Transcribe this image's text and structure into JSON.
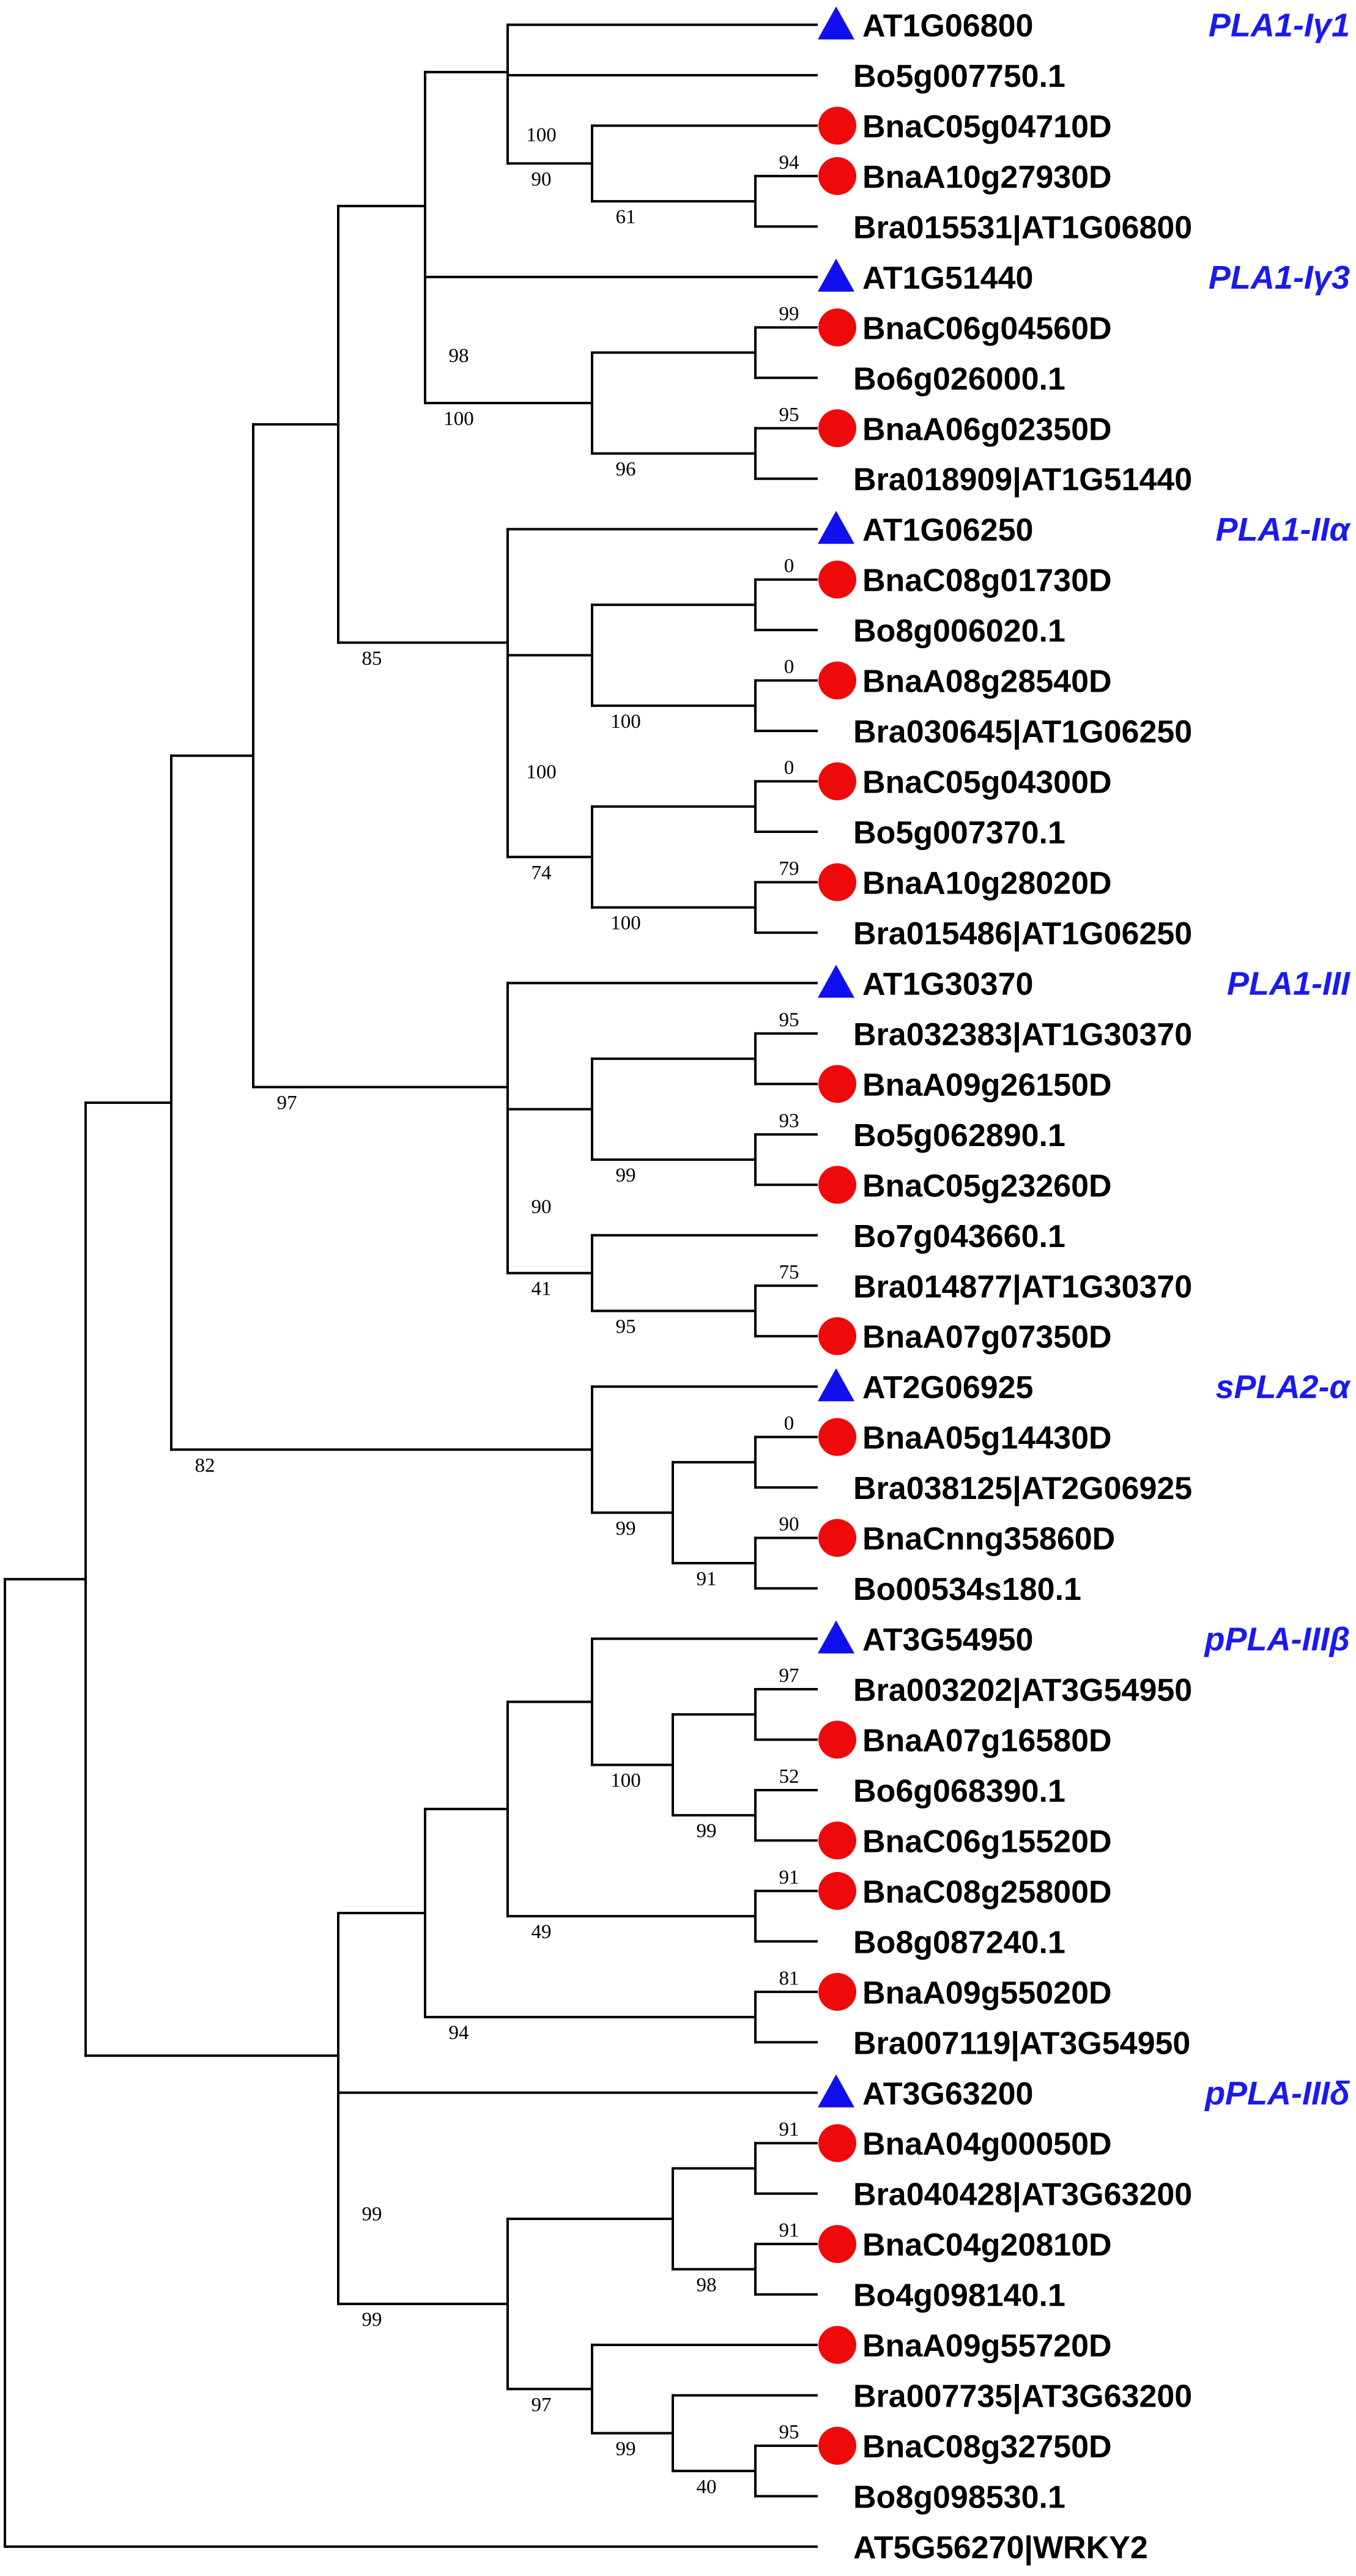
{
  "colors": {
    "arabidopsis_marker": "#1010ee",
    "brassica_napus_marker": "#ee0a0a",
    "subfamily_label": "#1a1aee",
    "branch": "#000000"
  },
  "marker_icons": {
    "triangle": "blue-triangle-icon",
    "circle": "red-circle-icon"
  },
  "leaves": [
    {
      "label": "AT1G06800",
      "marker": "triangle",
      "subfamily": "PLA1-Iγ1"
    },
    {
      "label": "Bo5g007750.1",
      "marker": ""
    },
    {
      "label": "BnaC05g04710D",
      "marker": "circle"
    },
    {
      "label": "BnaA10g27930D",
      "marker": "circle"
    },
    {
      "label": "Bra015531|AT1G06800",
      "marker": ""
    },
    {
      "label": "AT1G51440",
      "marker": "triangle",
      "subfamily": "PLA1-Iγ3"
    },
    {
      "label": "BnaC06g04560D",
      "marker": "circle"
    },
    {
      "label": "Bo6g026000.1",
      "marker": ""
    },
    {
      "label": "BnaA06g02350D",
      "marker": "circle"
    },
    {
      "label": "Bra018909|AT1G51440",
      "marker": ""
    },
    {
      "label": "AT1G06250",
      "marker": "triangle",
      "subfamily": "PLA1-IIα"
    },
    {
      "label": "BnaC08g01730D",
      "marker": "circle"
    },
    {
      "label": "Bo8g006020.1",
      "marker": ""
    },
    {
      "label": "BnaA08g28540D",
      "marker": "circle"
    },
    {
      "label": "Bra030645|AT1G06250",
      "marker": ""
    },
    {
      "label": "BnaC05g04300D",
      "marker": "circle"
    },
    {
      "label": "Bo5g007370.1",
      "marker": ""
    },
    {
      "label": "BnaA10g28020D",
      "marker": "circle"
    },
    {
      "label": "Bra015486|AT1G06250",
      "marker": ""
    },
    {
      "label": "AT1G30370",
      "marker": "triangle",
      "subfamily": "PLA1-III"
    },
    {
      "label": "Bra032383|AT1G30370",
      "marker": ""
    },
    {
      "label": "BnaA09g26150D",
      "marker": "circle"
    },
    {
      "label": "Bo5g062890.1",
      "marker": ""
    },
    {
      "label": "BnaC05g23260D",
      "marker": "circle"
    },
    {
      "label": "Bo7g043660.1",
      "marker": ""
    },
    {
      "label": "Bra014877|AT1G30370",
      "marker": ""
    },
    {
      "label": "BnaA07g07350D",
      "marker": "circle"
    },
    {
      "label": "AT2G06925",
      "marker": "triangle",
      "subfamily": "sPLA2-α"
    },
    {
      "label": "BnaA05g14430D",
      "marker": "circle"
    },
    {
      "label": "Bra038125|AT2G06925",
      "marker": ""
    },
    {
      "label": "BnaCnng35860D",
      "marker": "circle"
    },
    {
      "label": "Bo00534s180.1",
      "marker": ""
    },
    {
      "label": "AT3G54950",
      "marker": "triangle",
      "subfamily": "pPLA-IIIβ"
    },
    {
      "label": "Bra003202|AT3G54950",
      "marker": ""
    },
    {
      "label": "BnaA07g16580D",
      "marker": "circle"
    },
    {
      "label": "Bo6g068390.1",
      "marker": ""
    },
    {
      "label": "BnaC06g15520D",
      "marker": "circle"
    },
    {
      "label": "BnaC08g25800D",
      "marker": "circle"
    },
    {
      "label": "Bo8g087240.1",
      "marker": ""
    },
    {
      "label": "BnaA09g55020D",
      "marker": "circle"
    },
    {
      "label": "Bra007119|AT3G54950",
      "marker": ""
    },
    {
      "label": "AT3G63200",
      "marker": "triangle",
      "subfamily": "pPLA-IIIδ"
    },
    {
      "label": "BnaA04g00050D",
      "marker": "circle"
    },
    {
      "label": "Bra040428|AT3G63200",
      "marker": ""
    },
    {
      "label": "BnaC04g20810D",
      "marker": "circle"
    },
    {
      "label": "Bo4g098140.1",
      "marker": ""
    },
    {
      "label": "BnaA09g55720D",
      "marker": "circle"
    },
    {
      "label": "Bra007735|AT3G63200",
      "marker": ""
    },
    {
      "label": "BnaC08g32750D",
      "marker": "circle"
    },
    {
      "label": "Bo8g098530.1",
      "marker": ""
    },
    {
      "label": "AT5G56270|WRKY2",
      "marker": ""
    }
  ],
  "clades": [
    {
      "id": "n1",
      "children": [
        3,
        4
      ],
      "support": "94"
    },
    {
      "id": "n2",
      "children": [
        2,
        "n1"
      ],
      "support": "61"
    },
    {
      "id": "n3",
      "children": [
        1,
        "n2"
      ],
      "support": "90"
    },
    {
      "id": "n4",
      "children": [
        0,
        "n3"
      ],
      "support": "100"
    },
    {
      "id": "n5",
      "children": [
        6,
        7
      ],
      "support": "99"
    },
    {
      "id": "n6",
      "children": [
        8,
        9
      ],
      "support": "95"
    },
    {
      "id": "n7",
      "children": [
        "n5",
        "n6"
      ],
      "support": "96"
    },
    {
      "id": "n8",
      "children": [
        5,
        "n7"
      ],
      "support": "100"
    },
    {
      "id": "n9",
      "children": [
        "n4",
        "n8"
      ],
      "support": "98"
    },
    {
      "id": "n10",
      "children": [
        11,
        12
      ],
      "support": "0"
    },
    {
      "id": "n11",
      "children": [
        13,
        14
      ],
      "support": "0"
    },
    {
      "id": "n12",
      "children": [
        "n10",
        "n11"
      ],
      "support": "100"
    },
    {
      "id": "n13",
      "children": [
        15,
        16
      ],
      "support": "0"
    },
    {
      "id": "n14",
      "children": [
        17,
        18
      ],
      "support": "79"
    },
    {
      "id": "n15",
      "children": [
        "n13",
        "n14"
      ],
      "support": "100"
    },
    {
      "id": "n16",
      "children": [
        "n12",
        "n15"
      ],
      "support": "74"
    },
    {
      "id": "n17",
      "children": [
        10,
        "n16"
      ],
      "support": "100"
    },
    {
      "id": "n18",
      "children": [
        "n9",
        "n17"
      ],
      "support": "85"
    },
    {
      "id": "n19",
      "children": [
        20,
        21
      ],
      "support": "95"
    },
    {
      "id": "n20",
      "children": [
        22,
        23
      ],
      "support": "93"
    },
    {
      "id": "n21",
      "children": [
        "n19",
        "n20"
      ],
      "support": "99"
    },
    {
      "id": "n22",
      "children": [
        25,
        26
      ],
      "support": "75"
    },
    {
      "id": "n23",
      "children": [
        24,
        "n22"
      ],
      "support": "95"
    },
    {
      "id": "n24",
      "children": [
        "n21",
        "n23"
      ],
      "support": "41"
    },
    {
      "id": "n25",
      "children": [
        19,
        "n24"
      ],
      "support": "90"
    },
    {
      "id": "n26",
      "children": [
        "n18",
        "n25"
      ],
      "support": "97"
    },
    {
      "id": "n27",
      "children": [
        28,
        29
      ],
      "support": "0"
    },
    {
      "id": "n28",
      "children": [
        30,
        31
      ],
      "support": "90"
    },
    {
      "id": "n29",
      "children": [
        "n27",
        "n28"
      ],
      "support": "91"
    },
    {
      "id": "n30",
      "children": [
        27,
        "n29"
      ],
      "support": "99"
    },
    {
      "id": "n31",
      "children": [
        "n26",
        "n30"
      ],
      "support": "82"
    },
    {
      "id": "n32",
      "children": [
        33,
        34
      ],
      "support": "97"
    },
    {
      "id": "n33",
      "children": [
        35,
        36
      ],
      "support": "52"
    },
    {
      "id": "n34",
      "children": [
        "n32",
        "n33"
      ],
      "support": "99"
    },
    {
      "id": "n35",
      "children": [
        32,
        "n34"
      ],
      "support": "100"
    },
    {
      "id": "n36",
      "children": [
        37,
        38
      ],
      "support": "91"
    },
    {
      "id": "n37",
      "children": [
        "n35",
        "n36"
      ],
      "support": "49"
    },
    {
      "id": "n38",
      "children": [
        39,
        40
      ],
      "support": "81"
    },
    {
      "id": "n39",
      "children": [
        "n37",
        "n38"
      ],
      "support": "94"
    },
    {
      "id": "n40",
      "children": [
        42,
        43
      ],
      "support": "91"
    },
    {
      "id": "n41",
      "children": [
        44,
        45
      ],
      "support": "91"
    },
    {
      "id": "n42",
      "children": [
        "n40",
        "n41"
      ],
      "support": "98"
    },
    {
      "id": "n43",
      "children": [
        48,
        49
      ],
      "support": "95"
    },
    {
      "id": "n44",
      "children": [
        47,
        "n43"
      ],
      "support": "40"
    },
    {
      "id": "n45",
      "children": [
        46,
        "n44"
      ],
      "support": "99"
    },
    {
      "id": "n46",
      "children": [
        "n42",
        "n45"
      ],
      "support": "97"
    },
    {
      "id": "n47",
      "children": [
        41,
        "n46"
      ],
      "support": "99"
    },
    {
      "id": "n48",
      "children": [
        "n39",
        "n47"
      ],
      "support": "99"
    },
    {
      "id": "n49",
      "children": [
        "n31",
        "n48"
      ],
      "support": ""
    },
    {
      "id": "root",
      "children": [
        "n49",
        50
      ],
      "support": ""
    }
  ]
}
